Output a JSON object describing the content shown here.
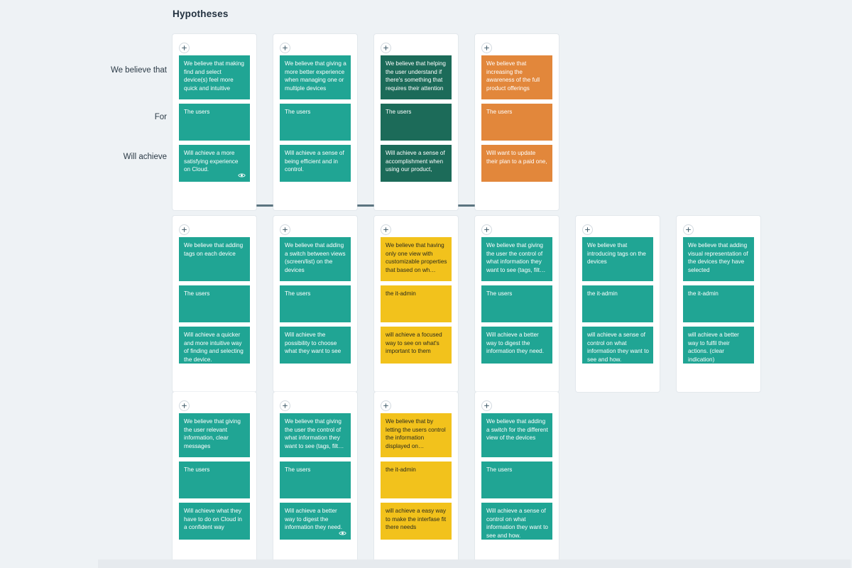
{
  "page": {
    "title": "Hypotheses",
    "background_color": "#eef2f5"
  },
  "colors": {
    "teal": "#20a594",
    "dark_teal": "#1c6b59",
    "orange": "#e2873b",
    "yellow": "#f2c21c",
    "divider": "#5b7480",
    "card_bg": "#ffffff"
  },
  "row_labels": {
    "belief": "We believe that",
    "for": "For",
    "achieve": "Will achieve"
  },
  "add_button_label": "+",
  "rows": [
    {
      "id": "row-1",
      "cards": [
        {
          "color": "teal",
          "belief": "We believe that making find and select device(s) feel more quick and intuitive",
          "for": "The users",
          "achieve": "Will achieve a more satisfying experience on Cloud.",
          "has_eye": true
        },
        {
          "color": "teal",
          "belief": "We believe that giving a more better experience when managing one or multiple devices",
          "for": "The users",
          "achieve": "Will achieve a sense of being efficient and in control.",
          "has_eye": false
        },
        {
          "color": "dark_teal",
          "belief": "We believe that helping the user understand if there's something that requires their attention",
          "for": "The users",
          "achieve": "Will achieve a sense of accomplishment when using our product,",
          "has_eye": false
        },
        {
          "color": "orange",
          "belief": "We believe that increasing the awareness of the full product offerings",
          "for": "The users",
          "achieve": "Will want to update their plan to a paid one,",
          "has_eye": false
        }
      ]
    },
    {
      "id": "row-2",
      "cards": [
        {
          "color": "teal",
          "belief": "We believe that adding tags on each device",
          "for": "The users",
          "achieve": "Will achieve a quicker and more intuitive way of finding and selecting the device.",
          "has_eye": false
        },
        {
          "color": "teal",
          "belief": "We believe that adding a switch between views (screen/list) on the devices",
          "for": "The users",
          "achieve": "Will achieve the possibility to choose what they want to see",
          "has_eye": false
        },
        {
          "color": "yellow",
          "belief": "We believe that having only one view with customizable properties that based on wh…",
          "for": "the it-admin",
          "achieve": "will achieve a focused way to see on what's important to them",
          "has_eye": false
        },
        {
          "color": "teal",
          "belief": "We believe that giving the user the control of what information they want to see (tags, filt…",
          "for": "The users",
          "achieve": "Will achieve a better way to digest the information they need.",
          "has_eye": false
        },
        {
          "color": "teal",
          "belief": "We believe that introducing tags on the devices",
          "for": "the it-admin",
          "achieve": "will achieve a sense of control on what information they want to see and how. (organise)",
          "has_eye": false
        },
        {
          "color": "teal",
          "belief": "We believe that adding visual representation of the devices they have selected",
          "for": "the it-admin",
          "achieve": "will achieve a better way to fulfil their actions. (clear indication)",
          "has_eye": false
        }
      ]
    },
    {
      "id": "row-3",
      "cards": [
        {
          "color": "teal",
          "belief": "We believe that giving the user relevant information, clear messages",
          "for": "The users",
          "achieve": "Will achieve what they have to do on Cloud in a confident way",
          "has_eye": false
        },
        {
          "color": "teal",
          "belief": "We believe that giving the user the control of what information they want to see (tags, filt…",
          "for": "The users",
          "achieve": "Will achieve a better way to digest the information they need.",
          "has_eye": true
        },
        {
          "color": "yellow",
          "belief": "We believe that by letting the users control the information displayed on…",
          "for": "the it-admin",
          "achieve": "will achieve a easy way to make the interfase fit there needs",
          "has_eye": false
        },
        {
          "color": "teal",
          "belief": "We believe that adding a switch for the different view of the devices",
          "for": "The users",
          "achieve": "Will achieve a sense of control on what information they want to see and how.",
          "has_eye": false
        }
      ]
    }
  ]
}
